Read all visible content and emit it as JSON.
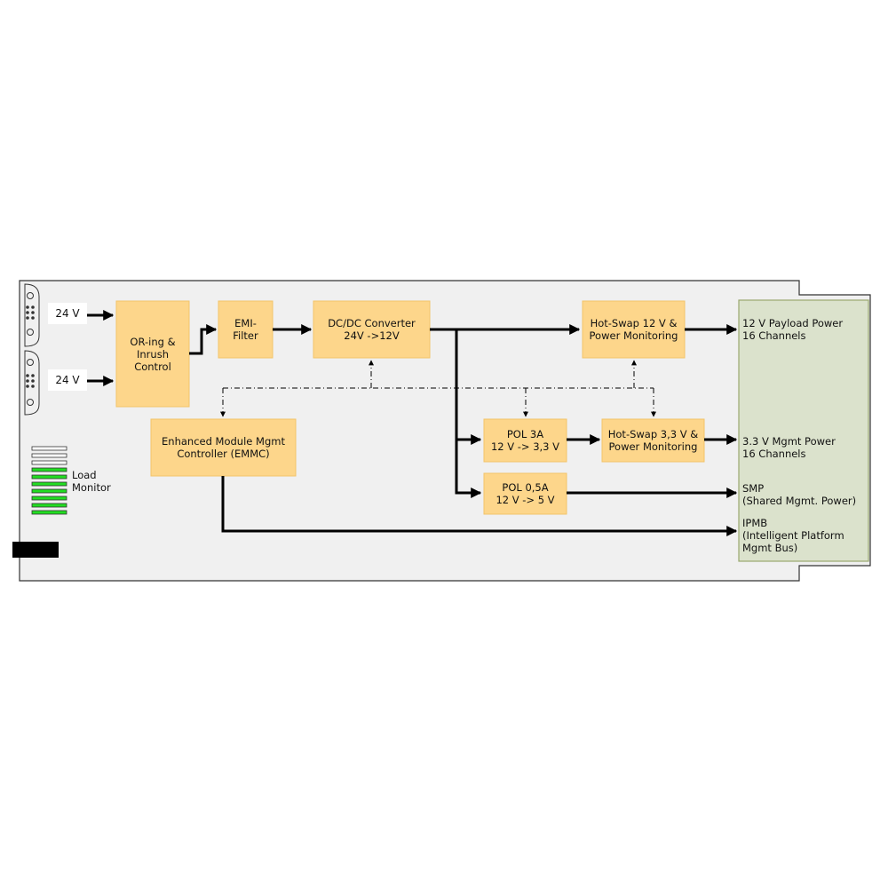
{
  "colors": {
    "board": "#f0f0f0",
    "board_stroke": "#333333",
    "block_fill": "#fdd68b",
    "block_stroke": "#f2c46a",
    "connector_fill": "#dbe2cc",
    "connector_stroke": "#9aa86e",
    "led_green": "#22dd22",
    "led_off": "#ffffff",
    "handle": "#000000"
  },
  "inputs": [
    "24 V",
    "24 V"
  ],
  "blocks": {
    "oring": "OR-ing &\nInrush\nControl",
    "emi": "EMI-\nFilter",
    "dcdc": "DC/DC Converter\n24V ->12V",
    "hotswap12": "Hot-Swap 12 V  &\nPower Monitoring",
    "emmc": "Enhanced Module Mgmt\nController (EMMC)",
    "pol3a": "POL 3A\n12 V -> 3,3 V",
    "hotswap33": "Hot-Swap 3,3 V &\nPower Monitoring",
    "pol05a": "POL 0,5A\n12 V -> 5 V"
  },
  "outputs": {
    "payload": "12 V Payload Power\n16 Channels",
    "mgmt": "3.3 V Mgmt Power\n16 Channels",
    "smp": "SMP\n(Shared Mgmt. Power)",
    "ipmb": "IPMB\n(Intelligent Platform\nMgmt Bus)"
  },
  "load_monitor": {
    "label": "Load\nMonitor",
    "segments_total": 10,
    "segments_lit": 7
  }
}
